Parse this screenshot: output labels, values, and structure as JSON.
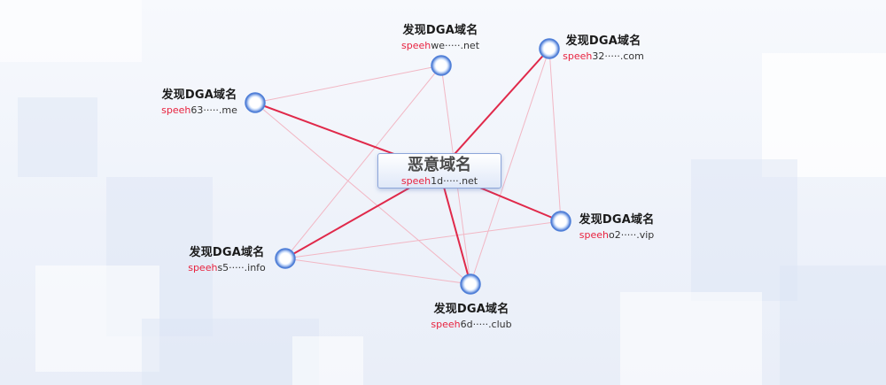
{
  "center": {
    "title": "恶意域名",
    "domain_prefix": "speeh",
    "domain_suffix": "1d·····.net"
  },
  "nodes": [
    {
      "title": "发现DGA域名",
      "domain_prefix": "speeh",
      "domain_suffix": "we·····.net"
    },
    {
      "title": "发现DGA域名",
      "domain_prefix": "speeh",
      "domain_suffix": "32·····.com"
    },
    {
      "title": "发现DGA域名",
      "domain_prefix": "speeh",
      "domain_suffix": "63·····.me"
    },
    {
      "title": "发现DGA域名",
      "domain_prefix": "speeh",
      "domain_suffix": "o2·····.vip"
    },
    {
      "title": "发现DGA域名",
      "domain_prefix": "speeh",
      "domain_suffix": "s5·····.info"
    },
    {
      "title": "发现DGA域名",
      "domain_prefix": "speeh",
      "domain_suffix": "6d·····.club"
    }
  ],
  "colors": {
    "primary_link": "#e0294a",
    "secondary_link": "#f2b7c4",
    "highlight_text": "#e8233f",
    "node_ring": "#4f7fd8"
  }
}
